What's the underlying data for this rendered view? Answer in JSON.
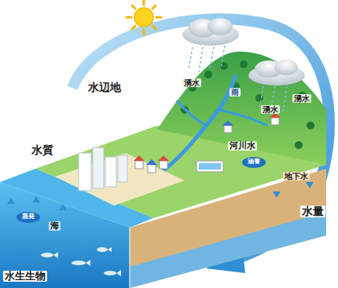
{
  "diagram": {
    "labels": [
      "雨",
      "水辺地",
      "湧水",
      "湧水",
      "湧水",
      "水質",
      "河川水",
      "蒸発",
      "海",
      "涵養",
      "地下水",
      "水量",
      "水生生物"
    ]
  }
}
